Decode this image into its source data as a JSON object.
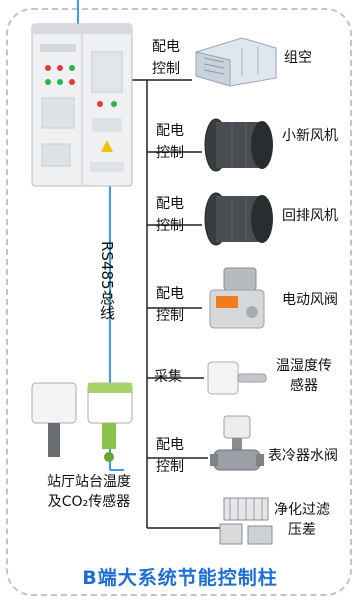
{
  "bus_label": "RS485总线",
  "cabinet_title": "B端大系统节能控制柱",
  "sensor_label": [
    "站厅站台温度",
    "及CO₂传感器"
  ],
  "branches": [
    {
      "action": [
        "配电",
        "控制"
      ],
      "device": "组空",
      "icon": "air-handling-unit-icon"
    },
    {
      "action": [
        "配电",
        "控制"
      ],
      "device": "小新风机",
      "icon": "axial-fan-icon"
    },
    {
      "action": [
        "配电",
        "控制"
      ],
      "device": "回排风机",
      "icon": "axial-fan-icon"
    },
    {
      "action": [
        "配电",
        "控制"
      ],
      "device": "电动风阀",
      "icon": "damper-actuator-icon"
    },
    {
      "action": [
        "采集"
      ],
      "device": "温湿度传感器",
      "icon": "humidity-sensor-icon"
    },
    {
      "action": [
        "配电",
        "控制"
      ],
      "device": "表冷器水阀",
      "icon": "water-valve-icon"
    },
    {
      "action": [],
      "device": "净化过滤压差",
      "icon": "filter-icon"
    }
  ],
  "colors": {
    "accent": "#1d6fd6",
    "bus_line": "#3aa0e0",
    "line": "#222222"
  }
}
